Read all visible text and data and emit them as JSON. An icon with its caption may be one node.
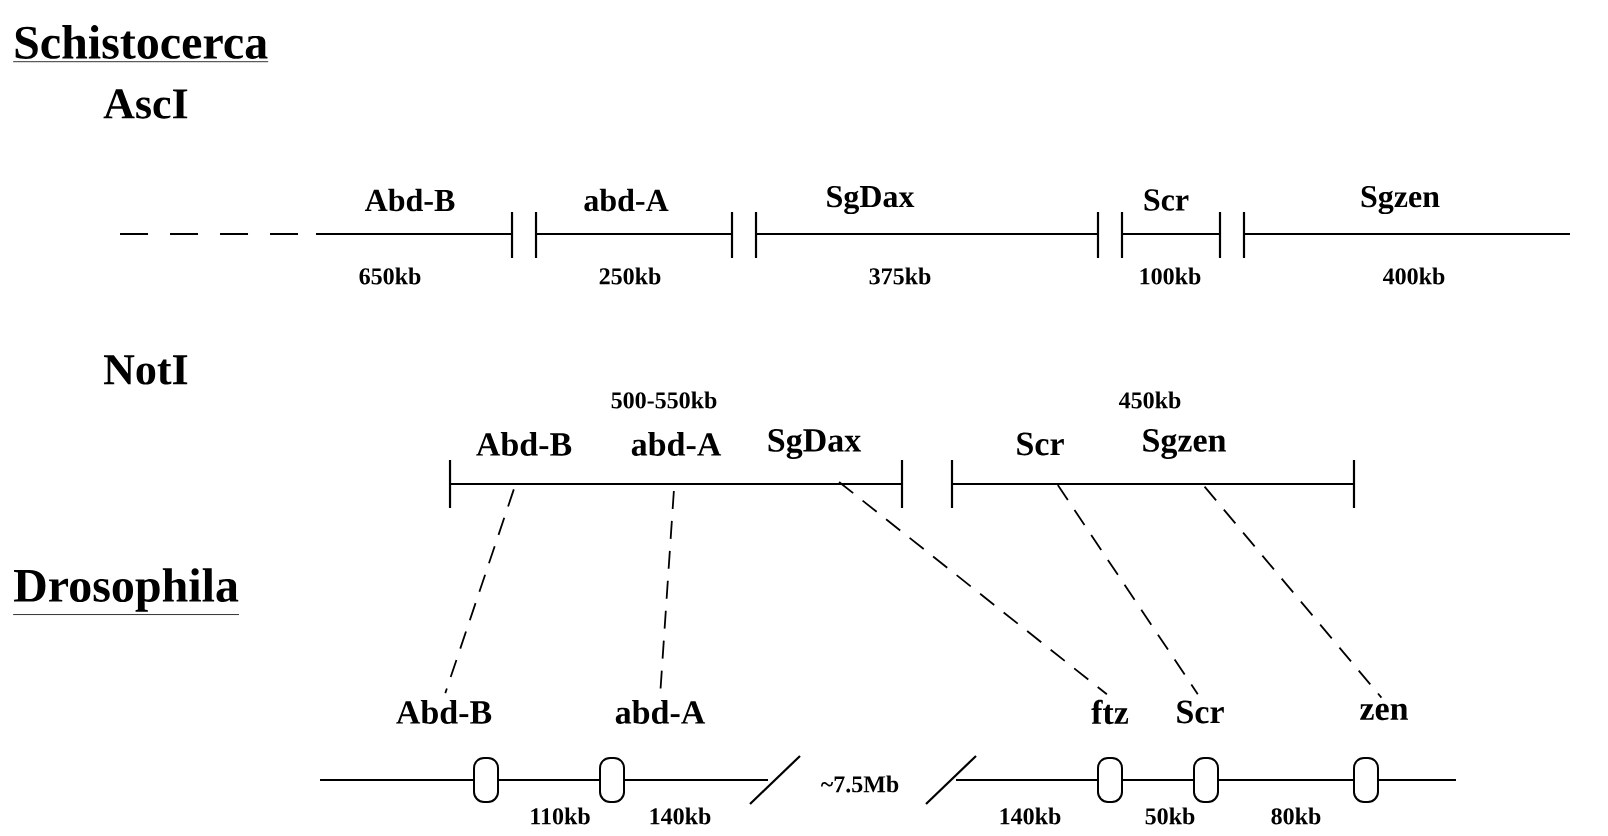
{
  "diagram": {
    "nodes": [
      {
        "text": [
          "Abd-B"
        ]
      },
      {
        "text": [
          "abd-A"
        ]
      },
      {
        "text": [
          "SgDax"
        ]
      },
      {
        "text": [
          "Scr"
        ]
      },
      {
        "text": [
          "Sgzen"
        ]
      },
      {
        "text": [
          "Abd-B"
        ]
      },
      {
        "text": [
          "abd-A"
        ]
      },
      {
        "text": [
          "ftz"
        ]
      },
      {
        "text": [
          "Scr"
        ]
      },
      {
        "text": [
          "zen"
        ]
      }
    ],
    "edges": [
      {
        "from": 0,
        "to": 5,
        "arrow": "none",
        "style": "dashed"
      },
      {
        "from": 1,
        "to": 6,
        "arrow": "none",
        "style": "dashed"
      },
      {
        "from": 2,
        "to": 7,
        "arrow": "none",
        "style": "dashed"
      },
      {
        "from": 3,
        "to": 8,
        "arrow": "none",
        "style": "dashed"
      },
      {
        "from": 4,
        "to": 9,
        "arrow": "none",
        "style": "dashed"
      }
    ],
    "labels": [
      "Schistocerca",
      "AscI",
      "Abd-B",
      "abd-A",
      "SgDax",
      "Scr",
      "Sgzen",
      "650kb",
      "250kb",
      "375kb",
      "100kb",
      "400kb",
      "NotI",
      "500-550kb",
      "450kb",
      "Drosophila",
      "110kb",
      "140kb",
      "~7.5Mb",
      "140kb",
      "50kb",
      "80kb"
    ]
  }
}
